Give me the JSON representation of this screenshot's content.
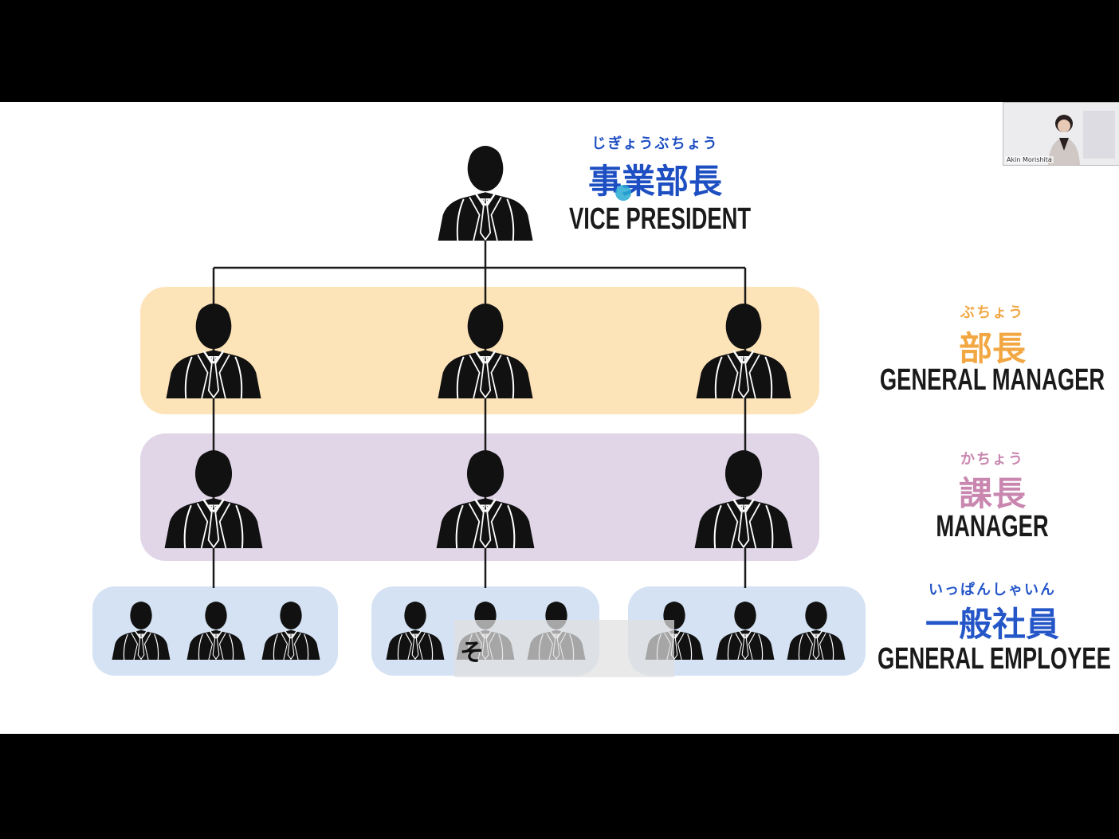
{
  "roles": {
    "vice_president": {
      "furigana": "じぎょうぶちょう",
      "kanji": "事業部長",
      "english": "VICE PRESIDENT"
    },
    "general_manager": {
      "furigana": "ぶちょう",
      "kanji": "部長",
      "english": "GENERAL MANAGER"
    },
    "manager": {
      "furigana": "かちょう",
      "kanji": "課長",
      "english": "MANAGER"
    },
    "general_employee": {
      "furigana": "いっぱんしゃいん",
      "kanji": "一般社員",
      "english": "GENERAL EMPLOYEE"
    }
  },
  "caption": {
    "text": "そ"
  },
  "webcam": {
    "name": "Akin Morishita"
  },
  "colors": {
    "vp": "#1e4fc2",
    "gm": "#f2a743",
    "manager": "#c987b0",
    "employee": "#2456c8",
    "band_gm": "#fde3b8",
    "band_manager": "#e1d6e8",
    "band_employee": "#d4e2f3",
    "silhouette": "#111111"
  },
  "icons": {
    "person": "businessman-silhouette-icon"
  }
}
